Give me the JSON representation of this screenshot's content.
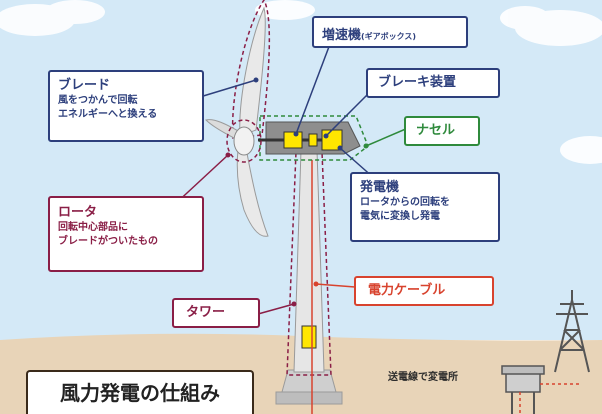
{
  "title": "風力発電の仕組み",
  "labels": {
    "blade": {
      "title": "ブレード",
      "desc": [
        "風をつかんで回転",
        "エネルギーへと換える"
      ]
    },
    "rotor": {
      "title": "ロータ",
      "desc": [
        "回転中心部品に",
        "ブレードがついたもの"
      ]
    },
    "gearbox": {
      "title": "増速機",
      "note": "(ギアボックス)"
    },
    "brake": {
      "title": "ブレーキ装置"
    },
    "nacelle": {
      "title": "ナセル"
    },
    "generator": {
      "title": "発電機",
      "desc": [
        "ロータからの回転を",
        "電気に変換し発電"
      ]
    },
    "cable": {
      "title": "電力ケーブル"
    },
    "tower": {
      "title": "タワー"
    }
  },
  "caption": "送電線で変電所",
  "colors": {
    "sky": "#d4e9f7",
    "ground": "#e8d4b8",
    "navy": "#2d3f7c",
    "maroon": "#8a1e46",
    "red": "#d8432e",
    "green": "#2f8a3c",
    "yellow": "#ffe600"
  }
}
